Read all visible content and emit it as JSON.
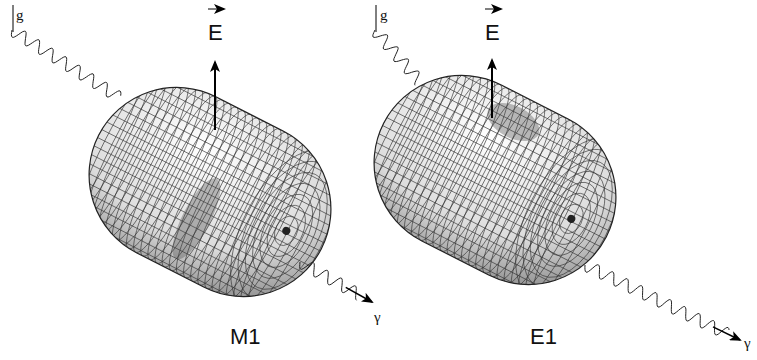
{
  "diagram": {
    "labels": [
      "g",
      "E",
      "M1",
      "γ",
      "g",
      "E",
      "E1",
      "γ"
    ]
  }
}
